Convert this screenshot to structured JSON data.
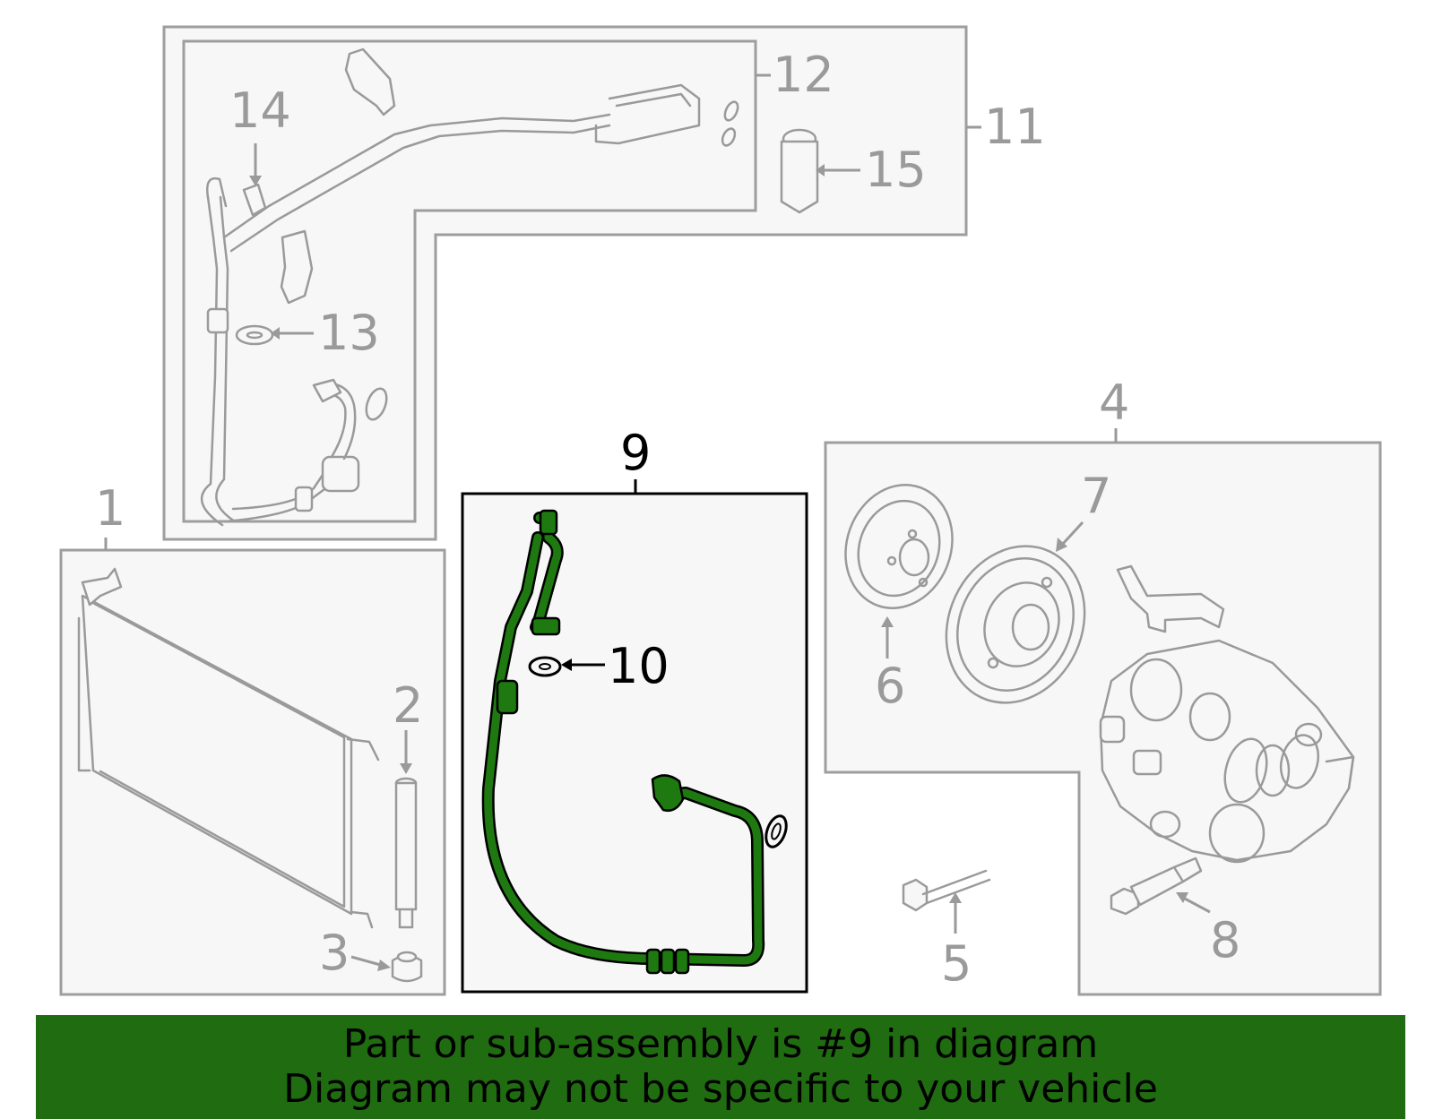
{
  "callouts": {
    "n1": "1",
    "n2": "2",
    "n3": "3",
    "n4": "4",
    "n5": "5",
    "n6": "6",
    "n7": "7",
    "n8": "8",
    "n9": "9",
    "n10": "10",
    "n11": "11",
    "n12": "12",
    "n13": "13",
    "n14": "14",
    "n15": "15"
  },
  "highlight": {
    "part": "9",
    "color": "#1e7a10"
  },
  "banner": {
    "line1": "Part or sub-assembly is #9 in diagram",
    "line2": "Diagram may not be specific to your vehicle",
    "background": "#206c10"
  }
}
